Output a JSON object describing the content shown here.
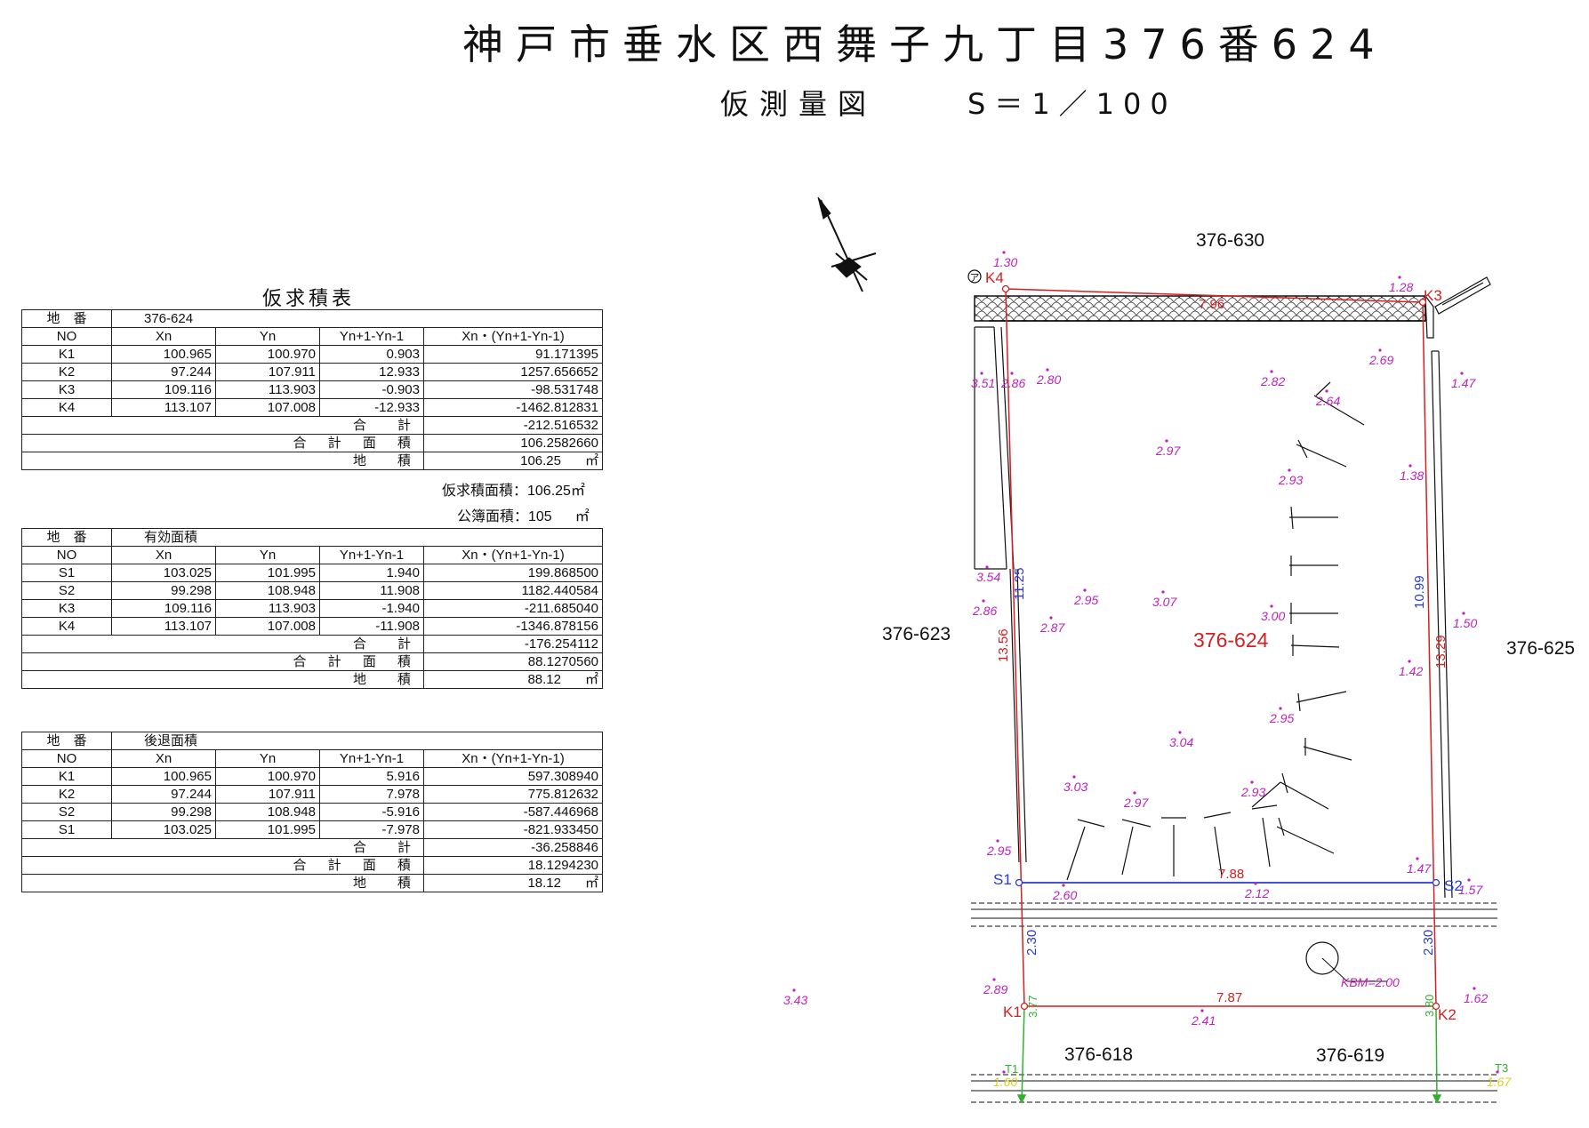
{
  "header": {
    "title": "神戸市垂水区西舞子九丁目376番624",
    "subtitle": "仮測量図",
    "scale": "S＝1／100"
  },
  "calc_caption": "仮求積表",
  "tables": [
    {
      "parcel_label": "地　番",
      "parcel_value": "376-624",
      "columns": [
        "NO",
        "Xn",
        "Yn",
        "Yn+1-Yn-1",
        "Xn・(Yn+1-Yn-1)"
      ],
      "rows": [
        [
          "K1",
          "100.965",
          "100.970",
          "0.903",
          "91.171395"
        ],
        [
          "K2",
          "97.244",
          "107.911",
          "12.933",
          "1257.656652"
        ],
        [
          "K3",
          "109.116",
          "113.903",
          "-0.903",
          "-98.531748"
        ],
        [
          "K4",
          "113.107",
          "107.008",
          "-12.933",
          "-1462.812831"
        ]
      ],
      "sum_label": "合　計",
      "sum_value": "-212.516532",
      "total_label": "合 計 面 積",
      "total_value": "106.2582660",
      "area_label": "地　積",
      "area_value": "106.25",
      "area_unit": "㎡"
    },
    {
      "parcel_label": "地　番",
      "parcel_value": "有効面積",
      "columns": [
        "NO",
        "Xn",
        "Yn",
        "Yn+1-Yn-1",
        "Xn・(Yn+1-Yn-1)"
      ],
      "rows": [
        [
          "S1",
          "103.025",
          "101.995",
          "1.940",
          "199.868500"
        ],
        [
          "S2",
          "99.298",
          "108.948",
          "11.908",
          "1182.440584"
        ],
        [
          "K3",
          "109.116",
          "113.903",
          "-1.940",
          "-211.685040"
        ],
        [
          "K4",
          "113.107",
          "107.008",
          "-11.908",
          "-1346.878156"
        ]
      ],
      "sum_label": "合　計",
      "sum_value": "-176.254112",
      "total_label": "合 計 面 積",
      "total_value": "88.1270560",
      "area_label": "地　積",
      "area_value": "88.12",
      "area_unit": "㎡"
    },
    {
      "parcel_label": "地　番",
      "parcel_value": "後退面積",
      "columns": [
        "NO",
        "Xn",
        "Yn",
        "Yn+1-Yn-1",
        "Xn・(Yn+1-Yn-1)"
      ],
      "rows": [
        [
          "K1",
          "100.965",
          "100.970",
          "5.916",
          "597.308940"
        ],
        [
          "K2",
          "97.244",
          "107.911",
          "7.978",
          "775.812632"
        ],
        [
          "S2",
          "99.298",
          "108.948",
          "-5.916",
          "-587.446968"
        ],
        [
          "S1",
          "103.025",
          "101.995",
          "-7.978",
          "-821.933450"
        ]
      ],
      "sum_label": "合　計",
      "sum_value": "-36.258846",
      "total_label": "合 計 面 積",
      "total_value": "18.1294230",
      "area_label": "地　積",
      "area_value": "18.12",
      "area_unit": "㎡"
    }
  ],
  "notes": {
    "provisional_area": "仮求積面積：106.25㎡",
    "registered_area_label": "公簿面積：105",
    "registered_area_unit": "㎡"
  },
  "plan": {
    "parcels": {
      "north": "376-630",
      "west": "376-623",
      "east": "376-625",
      "center": "376-624",
      "south_left": "376-618",
      "south_right": "376-619"
    },
    "points": {
      "k1": "K1",
      "k2": "K2",
      "k3": "K3",
      "k4": "K4",
      "s1": "S1",
      "s2": "S2",
      "t1": "T1",
      "t3": "T3",
      "k4_mark": "ア"
    },
    "distances": {
      "top": "7.96",
      "left_total": "13.56",
      "left_effective": "11.25",
      "right_total": "13.29",
      "right_effective": "10.99",
      "setback_line": "7.88",
      "bottom": "7.87",
      "left_setback": "2.30",
      "right_setback": "2.30",
      "left_road": "3.77",
      "right_road": "3.80"
    },
    "bm": "KBM=2.00",
    "elevations": [
      {
        "id": "e1",
        "label": "1.30"
      },
      {
        "id": "e2",
        "label": "1.28"
      },
      {
        "id": "e3",
        "label": "2.69"
      },
      {
        "id": "e4",
        "label": "3.51"
      },
      {
        "id": "e5",
        "label": "2.86"
      },
      {
        "id": "e6",
        "label": "2.80"
      },
      {
        "id": "e7",
        "label": "2.82"
      },
      {
        "id": "e8",
        "label": "1.47"
      },
      {
        "id": "e9",
        "label": "2.64"
      },
      {
        "id": "e10",
        "label": "2.97"
      },
      {
        "id": "e11",
        "label": "2.93"
      },
      {
        "id": "e12",
        "label": "1.38"
      },
      {
        "id": "e13",
        "label": "3.54"
      },
      {
        "id": "e14",
        "label": "2.95"
      },
      {
        "id": "e15",
        "label": "3.07"
      },
      {
        "id": "e16",
        "label": "2.86"
      },
      {
        "id": "e17",
        "label": "2.87"
      },
      {
        "id": "e18",
        "label": "3.00"
      },
      {
        "id": "e19",
        "label": "1.50"
      },
      {
        "id": "e20",
        "label": "1.42"
      },
      {
        "id": "e21",
        "label": "2.95"
      },
      {
        "id": "e22",
        "label": "3.04"
      },
      {
        "id": "e23",
        "label": "3.03"
      },
      {
        "id": "e24",
        "label": "2.97"
      },
      {
        "id": "e25",
        "label": "2.93"
      },
      {
        "id": "e26",
        "label": "2.95"
      },
      {
        "id": "e27",
        "label": "1.47"
      },
      {
        "id": "e28",
        "label": "2.60"
      },
      {
        "id": "e29",
        "label": "2.12"
      },
      {
        "id": "e30",
        "label": "1.57"
      },
      {
        "id": "e31",
        "label": "2.89"
      },
      {
        "id": "e32",
        "label": "1.62"
      },
      {
        "id": "e33",
        "label": "2.41"
      },
      {
        "id": "e34",
        "label": "3.43"
      },
      {
        "id": "e35",
        "label": "1.60"
      },
      {
        "id": "e36",
        "label": "1.67"
      }
    ]
  },
  "colors": {
    "boundary": "#d42020",
    "setback": "#2a3ad0",
    "elevation": "#c020c0",
    "road": "#30b030",
    "text": "#111111"
  }
}
